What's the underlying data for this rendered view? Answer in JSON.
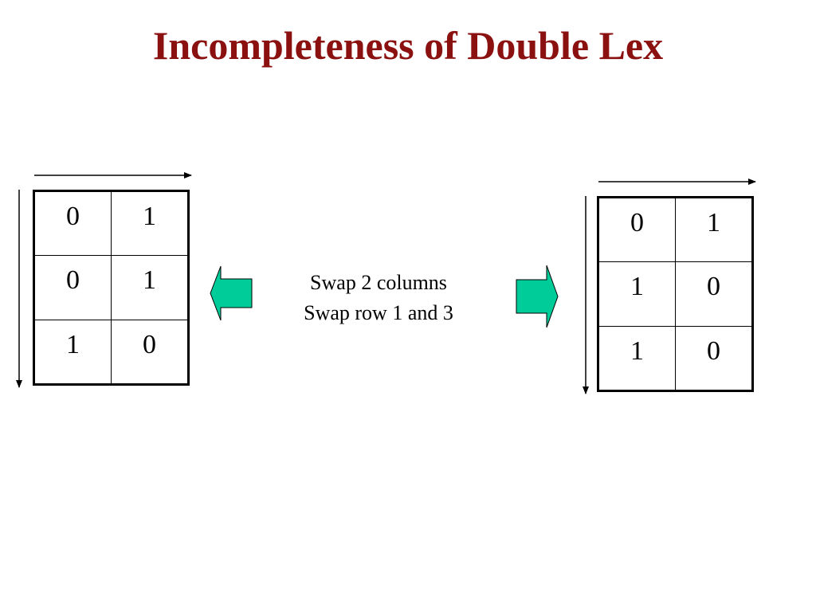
{
  "title": "Incompleteness of Double Lex",
  "left_matrix": [
    [
      "0",
      "1"
    ],
    [
      "0",
      "1"
    ],
    [
      "1",
      "0"
    ]
  ],
  "right_matrix": [
    [
      "0",
      "1"
    ],
    [
      "1",
      "0"
    ],
    [
      "1",
      "0"
    ]
  ],
  "caption": {
    "line1": "Swap 2 columns",
    "line2": "Swap row 1 and 3"
  },
  "colors": {
    "title": "#8b1010",
    "arrow_fill": "#00cc99"
  }
}
